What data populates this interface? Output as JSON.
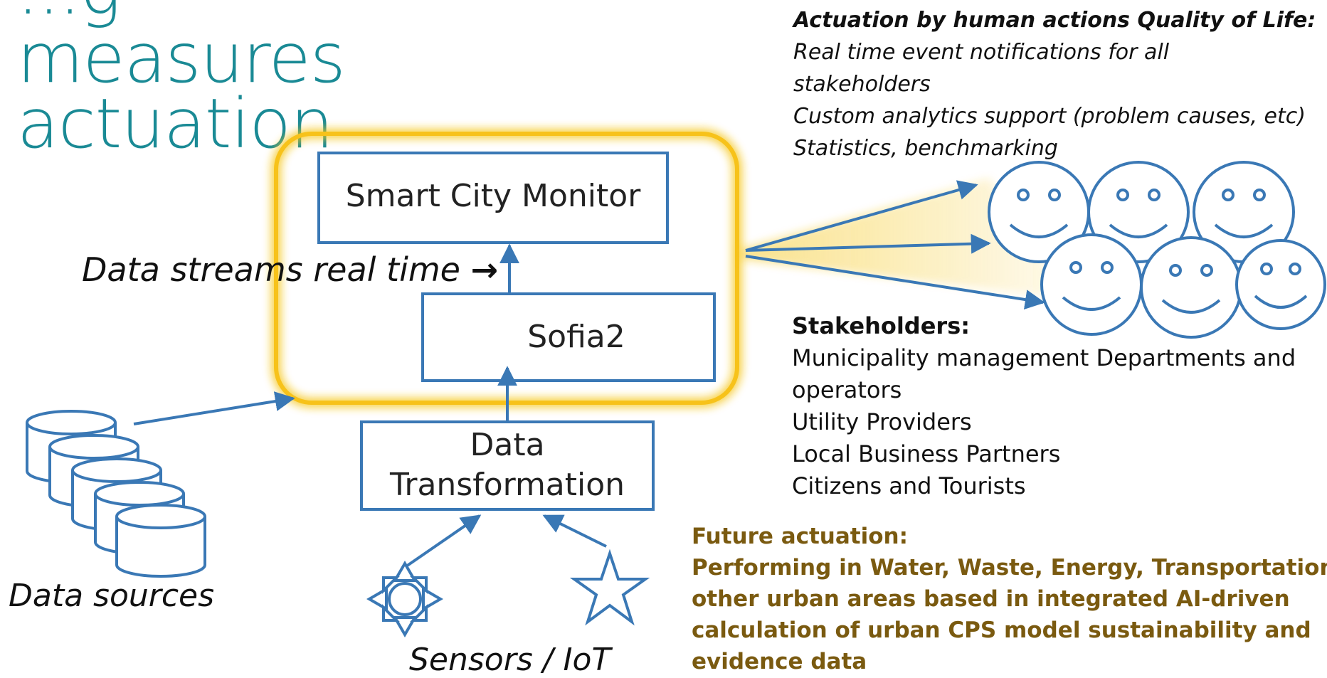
{
  "title": {
    "line_top": "...g",
    "line1": "measures",
    "line2": "actuation"
  },
  "diagram": {
    "smart_city_monitor": "Smart City Monitor",
    "sofia2": "Sofia2",
    "data_transformation_line1": "Data",
    "data_transformation_line2": "Transformation",
    "data_streams": "Data streams real time",
    "data_streams_arrow": "→",
    "data_sources": "Data sources",
    "sensors": "Sensors / IoT"
  },
  "actuation": {
    "heading": "Actuation by human actions Quality of Life:",
    "lines": [
      "Real time event notifications for all",
      "stakeholders",
      "Custom analytics support (problem causes, etc)",
      "Statistics, benchmarking"
    ]
  },
  "stakeholders": {
    "heading": "Stakeholders:",
    "lines": [
      "Municipality management Departments and",
      "operators",
      "Utility Providers",
      "Local Business Partners",
      "Citizens and Tourists"
    ]
  },
  "future": {
    "heading": "Future actuation:",
    "lines": [
      "Performing in Water, Waste, Energy, Transportation and",
      "other urban areas based in integrated AI-driven",
      "calculation of urban CPS model sustainability and",
      "evidence data"
    ]
  },
  "colors": {
    "teal": "#1a8a95",
    "blue": "#3a78b5",
    "glow": "#f5c518",
    "brown": "#7a5a10"
  }
}
